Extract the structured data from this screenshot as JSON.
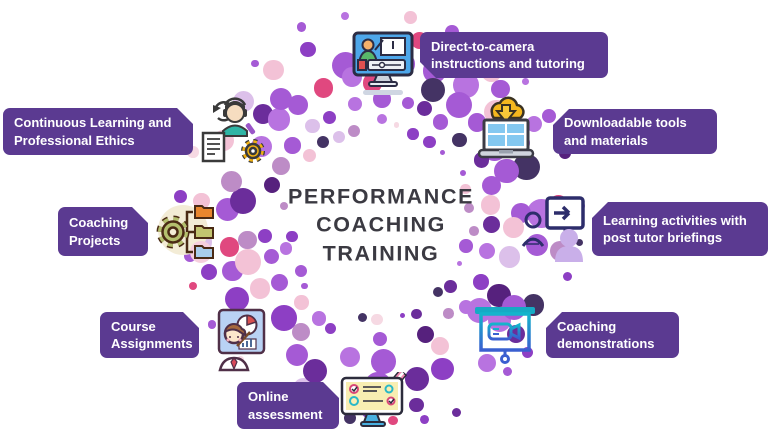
{
  "title": {
    "text": "PERFORMANCE\nCOACHING\nTRAINING"
  },
  "colors": {
    "label_bg": "#5b3a91",
    "label_text": "#ffffff",
    "title_text": "#3b3a42",
    "dot_palette": [
      [
        "#a55ad5",
        34
      ],
      [
        "#b873e0",
        12
      ],
      [
        "#8d3fc4",
        12
      ],
      [
        "#6b2d9b",
        7
      ],
      [
        "#56217d",
        4
      ],
      [
        "#f3c2d6",
        10
      ],
      [
        "#f6d9e3",
        4
      ],
      [
        "#bd8cc6",
        6
      ],
      [
        "#dcc0ea",
        3
      ],
      [
        "#e0487f",
        4
      ],
      [
        "#443364",
        4
      ]
    ]
  },
  "items": [
    {
      "label": "Direct-to-camera\ninstructions and tutoring",
      "icon": "screen-tutor-icon"
    },
    {
      "label": "Downloadable tools\nand materials",
      "icon": "cloud-download-laptop-icon"
    },
    {
      "label": "Learning activities with\npost tutor briefings",
      "icon": "briefing-presentation-icon"
    },
    {
      "label": "Coaching\ndemonstrations",
      "icon": "video-demo-screen-icon"
    },
    {
      "label": "Online\nassessment",
      "icon": "checklist-monitor-icon"
    },
    {
      "label": "Course\nAssignments",
      "icon": "teacher-chart-board-icon"
    },
    {
      "label": "Coaching\nProjects",
      "icon": "gear-folders-icon"
    },
    {
      "label": "Continuous Learning and\nProfessional Ethics",
      "icon": "headset-person-gear-doc-icon"
    }
  ]
}
